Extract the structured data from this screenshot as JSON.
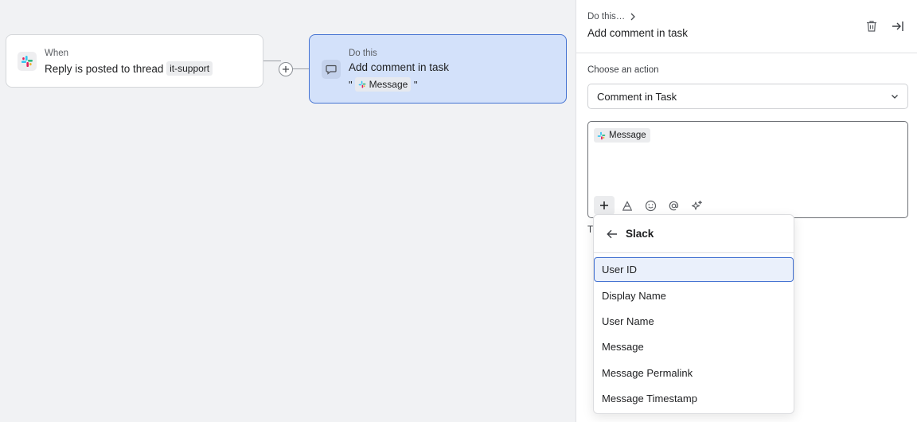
{
  "workflow": {
    "trigger": {
      "eyebrow": "When",
      "title": "Reply is posted to thread",
      "channel_chip": "it-support",
      "icon": "slack-icon"
    },
    "action": {
      "eyebrow": "Do this",
      "title": "Add comment in task",
      "quote_open": "\"",
      "quote_chip": "Message",
      "quote_close": "\"",
      "icon": "comment-icon"
    }
  },
  "panel": {
    "breadcrumb": "Do this…",
    "title": "Add comment in task",
    "action_label": "Choose an action",
    "action_value": "Comment in Task",
    "editor_chip": "Message",
    "below_text": "T"
  },
  "popover": {
    "title": "Slack",
    "items": [
      "User ID",
      "Display Name",
      "User Name",
      "Message",
      "Message Permalink",
      "Message Timestamp"
    ],
    "selected_index": 0
  },
  "colors": {
    "accent": "#4573d2",
    "action_card_bg": "#d3e1fa",
    "canvas_bg": "#f1f2f4"
  }
}
